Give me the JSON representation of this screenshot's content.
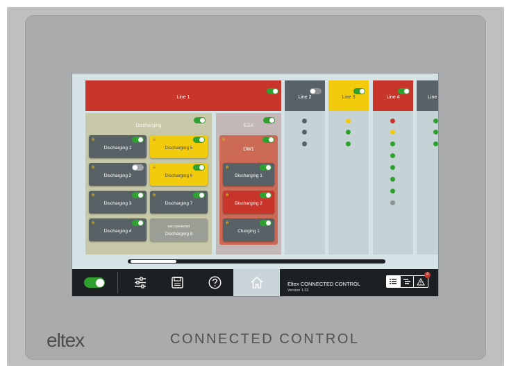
{
  "lines": [
    {
      "label": "Line 1",
      "color": "#c8352a",
      "toggle": "on"
    },
    {
      "label": "Line 2",
      "color": "#576166",
      "toggle": "off"
    },
    {
      "label": "Line 3",
      "color": "#f2cb0c",
      "toggle": "on"
    },
    {
      "label": "Line 4",
      "color": "#c8352a",
      "toggle": "on"
    },
    {
      "label": "Line",
      "color": "#576166",
      "toggle": "off"
    }
  ],
  "groups": {
    "discharging": {
      "title": "Discharging"
    },
    "esa": {
      "title": "ESA",
      "dw_title": "DW1"
    }
  },
  "cards": {
    "d1": {
      "label": "Discharging 1"
    },
    "d2": {
      "label": "Discharging 2"
    },
    "d3": {
      "label": "Discharging 3"
    },
    "d4": {
      "label": "Discharging 4"
    },
    "d5": {
      "label": "Discharging 5"
    },
    "d6": {
      "label": "Discharging 6"
    },
    "d7": {
      "label": "Discharging 7"
    },
    "d8": {
      "label": "Discharging 8",
      "status": "not connected"
    },
    "esa1": {
      "label": "Discharging 1"
    },
    "esa2": {
      "label": "Discharging 2"
    },
    "esa3": {
      "label": "Charging 1"
    }
  },
  "toolbar": {
    "app_title": "Eltex CONNECTED CONTROL",
    "version": "Version 1.02",
    "alert_count": "4"
  },
  "colors": {
    "red": "#c8352a",
    "yellow": "#f2cb0c",
    "green": "#2ea12e",
    "gray": "#576166"
  },
  "branding": {
    "logo_text": "eltex",
    "product_name": "CONNECTED CONTROL"
  }
}
